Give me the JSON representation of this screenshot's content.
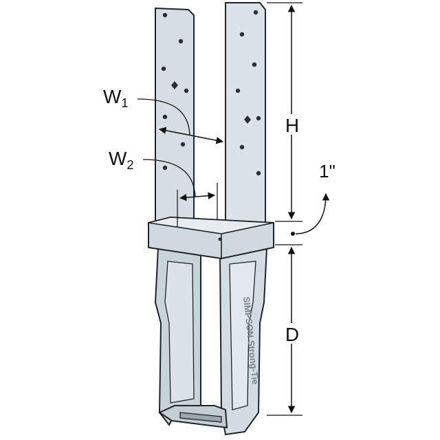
{
  "diagram": {
    "product_brand": "SIMPSON Strong-Tie",
    "dimension_labels": {
      "w1_main": "W",
      "w1_sub": "1",
      "w2_main": "W",
      "w2_sub": "2",
      "h": "H",
      "d": "D",
      "offset": "1\""
    }
  },
  "colors": {
    "metal": "#d3dce2",
    "metal_dark": "#b7c2ca",
    "metal_light": "#e6ecf0",
    "outline": "#1f2326",
    "dimension_line": "#111111"
  }
}
